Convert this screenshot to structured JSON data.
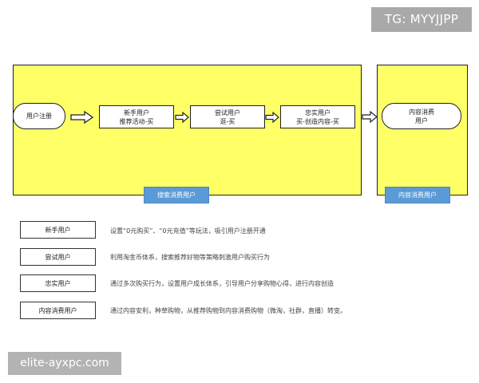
{
  "watermarks": {
    "top": "TG: MYYJJPP",
    "bottom": "elite-ayxpc.com"
  },
  "regions": {
    "search_label": "搜索消费用户",
    "content_label": "内容消费用户"
  },
  "flow": {
    "register": "用户注册",
    "new_user": {
      "line1": "新手用户",
      "line2": "推荐活动-买"
    },
    "try_user": {
      "line1": "尝试用户",
      "line2": "逛-买"
    },
    "loyal_user": {
      "line1": "忠实用户",
      "line2": "买-创造内容-买"
    },
    "content_user": {
      "line1": "内容消费",
      "line2": "用户"
    }
  },
  "legend": [
    {
      "term": "新手用户",
      "desc": "设置“0元购买”、“0元充值”等玩法，吸引用户注册开通"
    },
    {
      "term": "尝试用户",
      "desc": "利用淘金币体系，搜索推荐好物等策略刺激用户购买行为"
    },
    {
      "term": "忠实用户",
      "desc": "通过多次购买行为，设置用户成长体系，引导用户分享购物心得，进行内容创造"
    },
    {
      "term": "内容消费用户",
      "desc": "通过内容安利，种草购物，从推荐购物到内容消费购物（微淘，社群，直播）转变。"
    }
  ]
}
